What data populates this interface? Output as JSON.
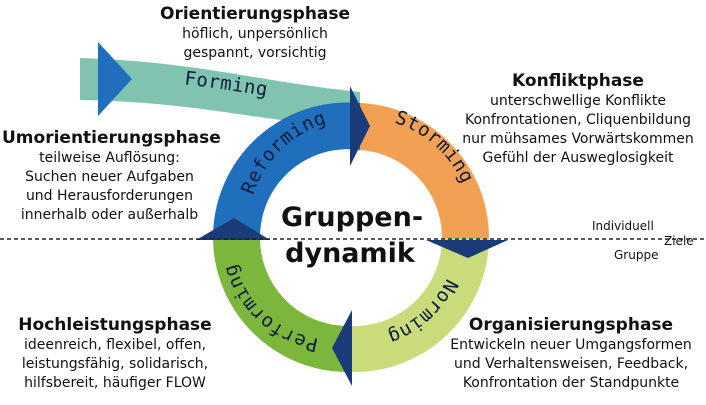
{
  "center": {
    "line1": "Gruppen-",
    "line2": "dynamik"
  },
  "stages": {
    "forming": "Forming",
    "storming": "Storming",
    "norming": "Norming",
    "performing": "Performing",
    "reforming": "Reforming"
  },
  "phases": {
    "orientierung": {
      "title": "Orientierungsphase",
      "lines": [
        "höflich, unpersönlich",
        "gespannt, vorsichtig"
      ]
    },
    "konflikt": {
      "title": "Konfliktphase",
      "lines": [
        "unterschwellige Konflikte",
        "Konfrontationen, Cliquenbildung",
        "nur mühsames Vorwärtskommen",
        "Gefühl der Ausweglosigkeit"
      ]
    },
    "umorientierung": {
      "title": "Umorientierungsphase",
      "lines": [
        "teilweise Auflösung:",
        "Suchen neuer Aufgaben",
        "und Herausforderungen",
        "innerhalb oder außerhalb"
      ]
    },
    "hochleistung": {
      "title": "Hochleistungsphase",
      "lines": [
        "ideenreich, flexibel, offen,",
        "leistungsfähig, solidarisch,",
        "hilfsbereit, häufiger FLOW"
      ]
    },
    "organisierung": {
      "title": "Organisierungsphase",
      "lines": [
        "Entwickeln neuer Umgangsformen",
        "und Verhaltensweisen, Feedback,",
        "Konfrontation der Standpunkte"
      ]
    }
  },
  "ziele": {
    "individuell": "Individuell",
    "ziele": "Ziele",
    "gruppe": "Gruppe"
  },
  "colors": {
    "forming": "#7fc3b0",
    "storming": "#f2a154",
    "norming": "#c9db7a",
    "performing": "#7db63c",
    "reforming": "#1f6fbd",
    "arrow": "#1b3a78"
  }
}
